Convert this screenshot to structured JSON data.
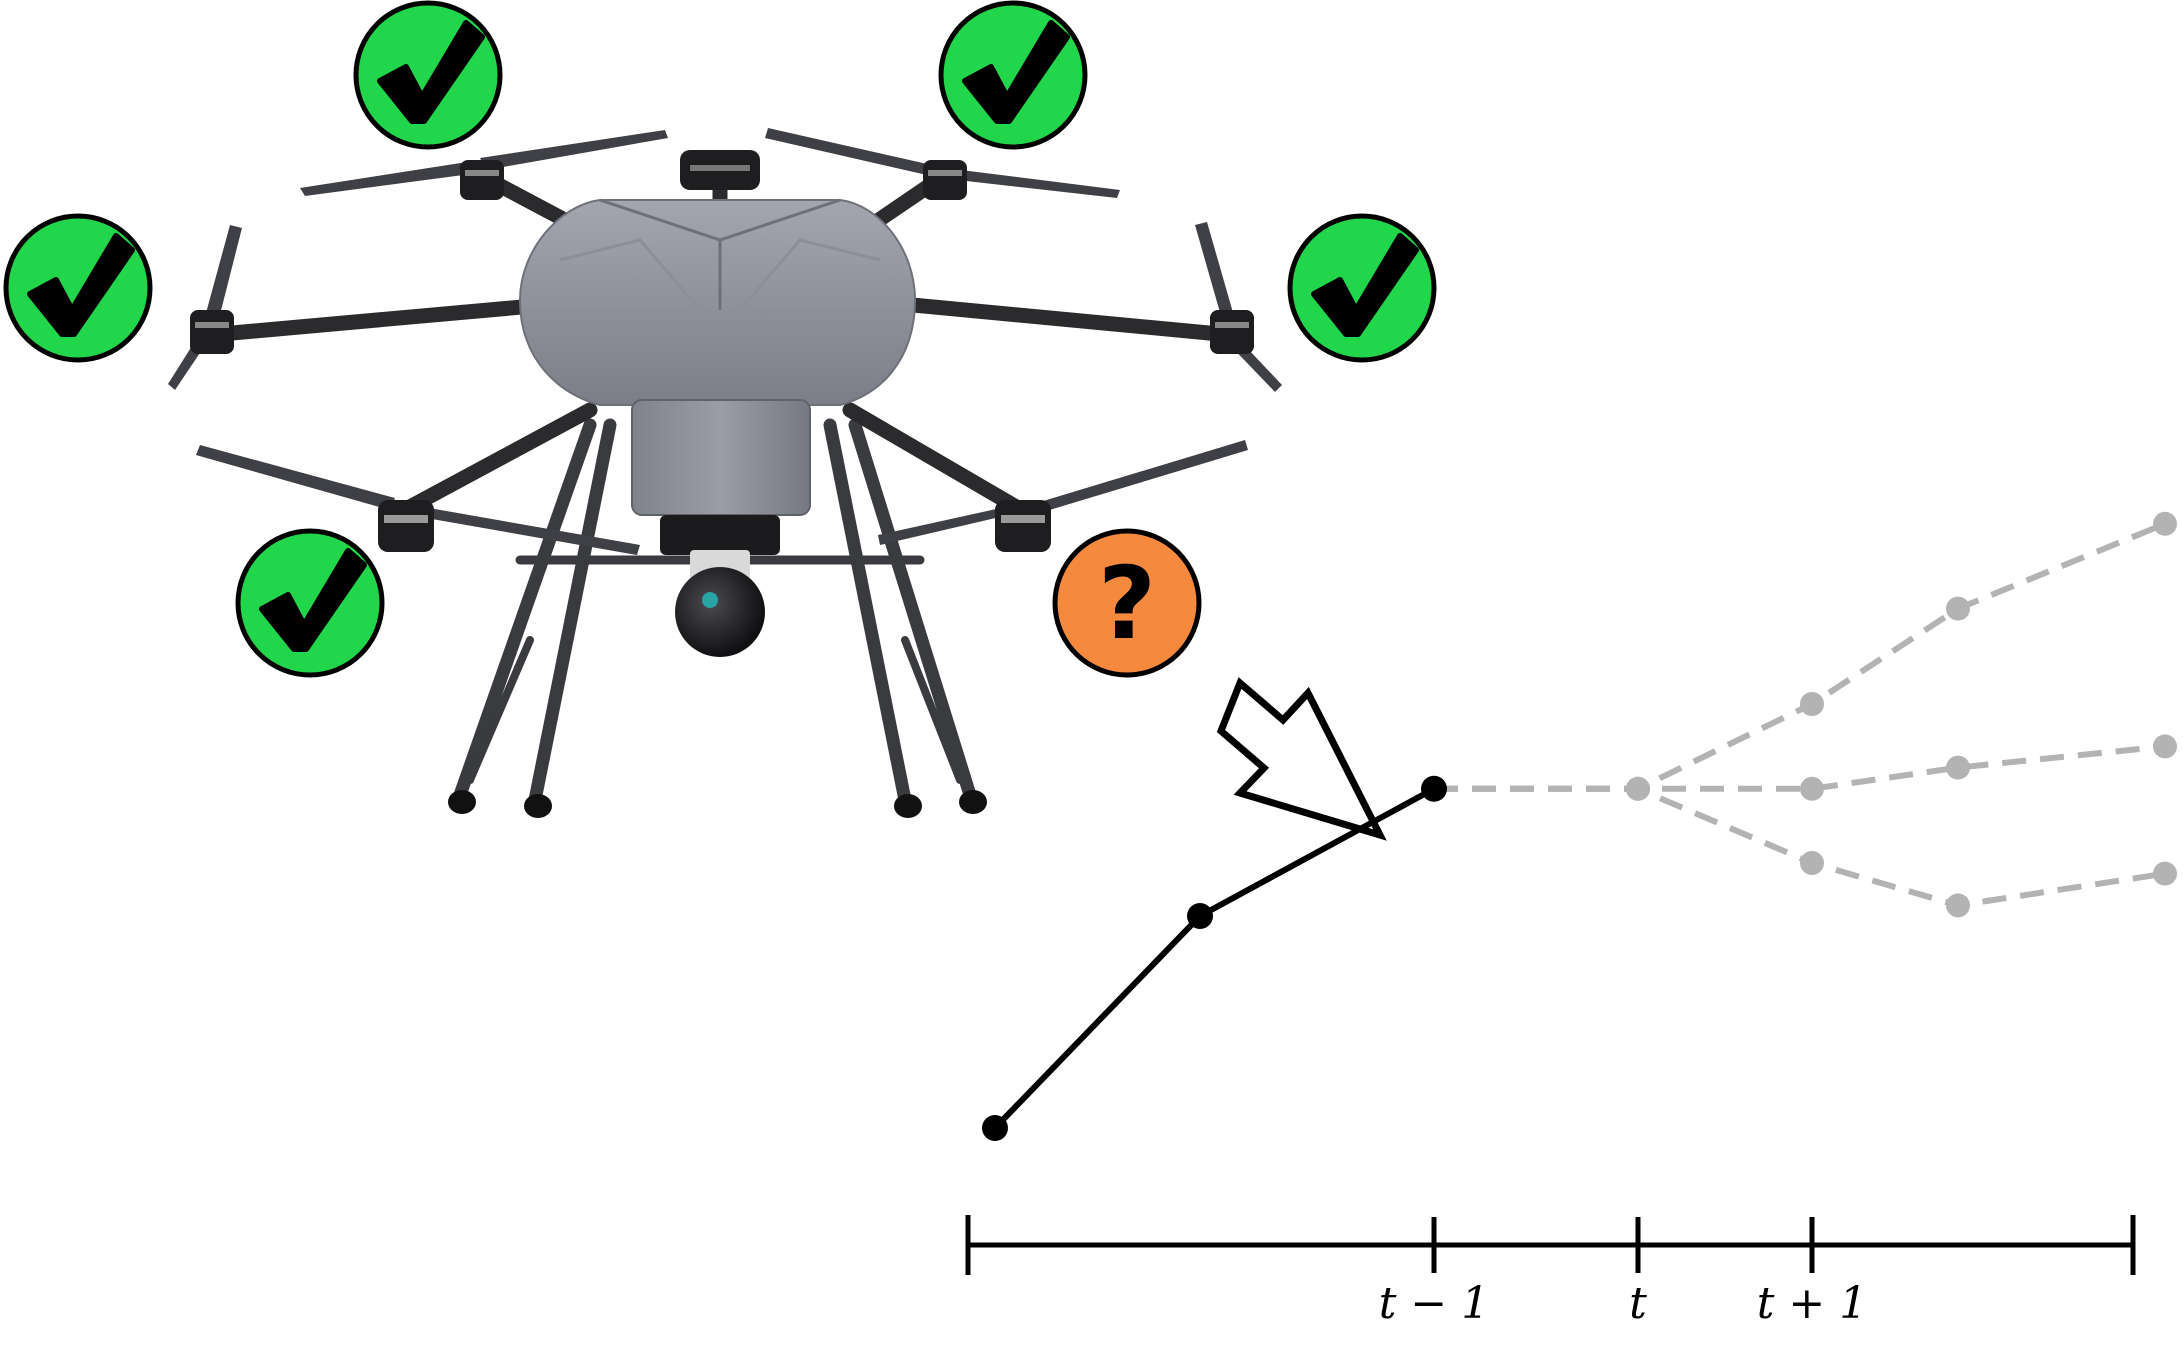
{
  "drone": {
    "name": "hexacopter-drone",
    "body_color": "#8a8d96",
    "arm_color": "#2b2b2d",
    "motor_color": "#1e1e20"
  },
  "rotor_status": [
    {
      "rotor": 1,
      "status": "ok",
      "glyph": "✔"
    },
    {
      "rotor": 2,
      "status": "ok",
      "glyph": "✔"
    },
    {
      "rotor": 3,
      "status": "ok",
      "glyph": "✔"
    },
    {
      "rotor": 4,
      "status": "ok",
      "glyph": "✔"
    },
    {
      "rotor": 5,
      "status": "ok",
      "glyph": "✔"
    },
    {
      "rotor": 6,
      "status": "unknown",
      "glyph": "?"
    }
  ],
  "colors": {
    "ok_badge": "#22d64b",
    "unknown_badge": "#f5893e",
    "history_line": "#000000",
    "forecast_line": "#b3b3b3"
  },
  "timeline": {
    "tick_labels": [
      "t − 1",
      "t",
      "t + 1"
    ]
  },
  "trajectory": {
    "history": [
      [
        0,
        0
      ],
      [
        1,
        1
      ],
      [
        2,
        1.6
      ]
    ],
    "forecast_branches": [
      [
        [
          2,
          1.6
        ],
        [
          3,
          1.6
        ],
        [
          4,
          2.0
        ],
        [
          5,
          2.45
        ],
        [
          6,
          2.85
        ]
      ],
      [
        [
          2,
          1.6
        ],
        [
          3,
          1.6
        ],
        [
          4,
          1.6
        ],
        [
          5,
          1.7
        ],
        [
          6,
          1.8
        ]
      ],
      [
        [
          2,
          1.6
        ],
        [
          3,
          1.6
        ],
        [
          4,
          1.25
        ],
        [
          5,
          1.05
        ],
        [
          6,
          1.2
        ]
      ]
    ]
  }
}
